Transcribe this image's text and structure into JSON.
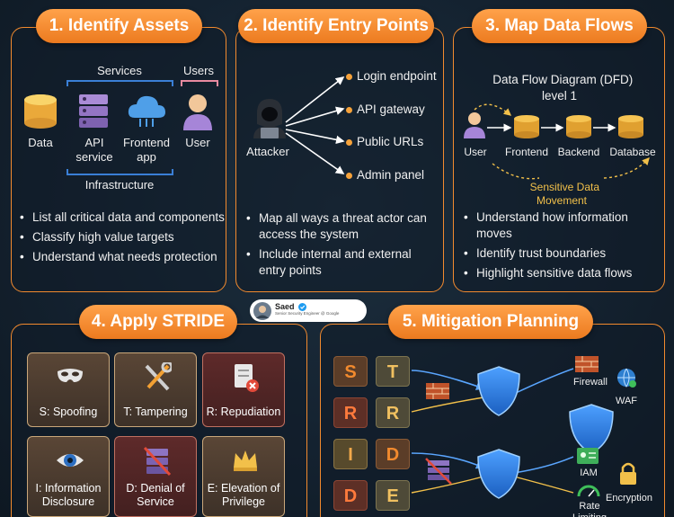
{
  "panel1": {
    "title": "1. Identify Assets",
    "group_services": "Services",
    "group_users": "Users",
    "assets": [
      "Data",
      "API\nservice",
      "Frontend\napp",
      "User"
    ],
    "infrastructure": "Infrastructure",
    "bullets": [
      "List all critical data and components",
      "Classify high value targets",
      "Understand what needs protection"
    ]
  },
  "panel2": {
    "title": "2. Identify Entry Points",
    "attacker": "Attacker",
    "entry_points": [
      "Login endpoint",
      "API gateway",
      "Public URLs",
      "Admin panel"
    ],
    "bullets": [
      "Map all ways a threat actor can access the system",
      "Include internal and external entry points"
    ]
  },
  "panel3": {
    "title": "3. Map Data Flows",
    "dfd_title": "Data Flow Diagram (DFD)\nlevel 1",
    "nodes": [
      "User",
      "Frontend",
      "Backend",
      "Database"
    ],
    "sensitive": "Sensitive Data\nMovement",
    "bullets": [
      "Understand how information moves",
      "Identify trust boundaries",
      "Highlight sensitive data flows"
    ]
  },
  "panel4": {
    "title": "4. Apply STRIDE",
    "tiles": [
      "S: Spoofing",
      "T: Tampering",
      "R: Repudiation",
      "I: Information\nDisclosure",
      "D: Denial of\nService",
      "E: Elevation of\nPrivilege"
    ]
  },
  "panel5": {
    "title": "5. Mitigation Planning",
    "letters": [
      "S",
      "T",
      "R",
      "R",
      "I",
      "D",
      "D",
      "E"
    ],
    "controls": [
      "Firewall",
      "WAF",
      "IAM",
      "Encryption",
      "Rate\nLimiting"
    ]
  },
  "badge": {
    "name": "Saed",
    "subtitle": "Senior Security Engineer @ Google"
  },
  "colors": {
    "accent": "#f28a2e",
    "background": "#142230",
    "shield": "#2f7fe0"
  }
}
